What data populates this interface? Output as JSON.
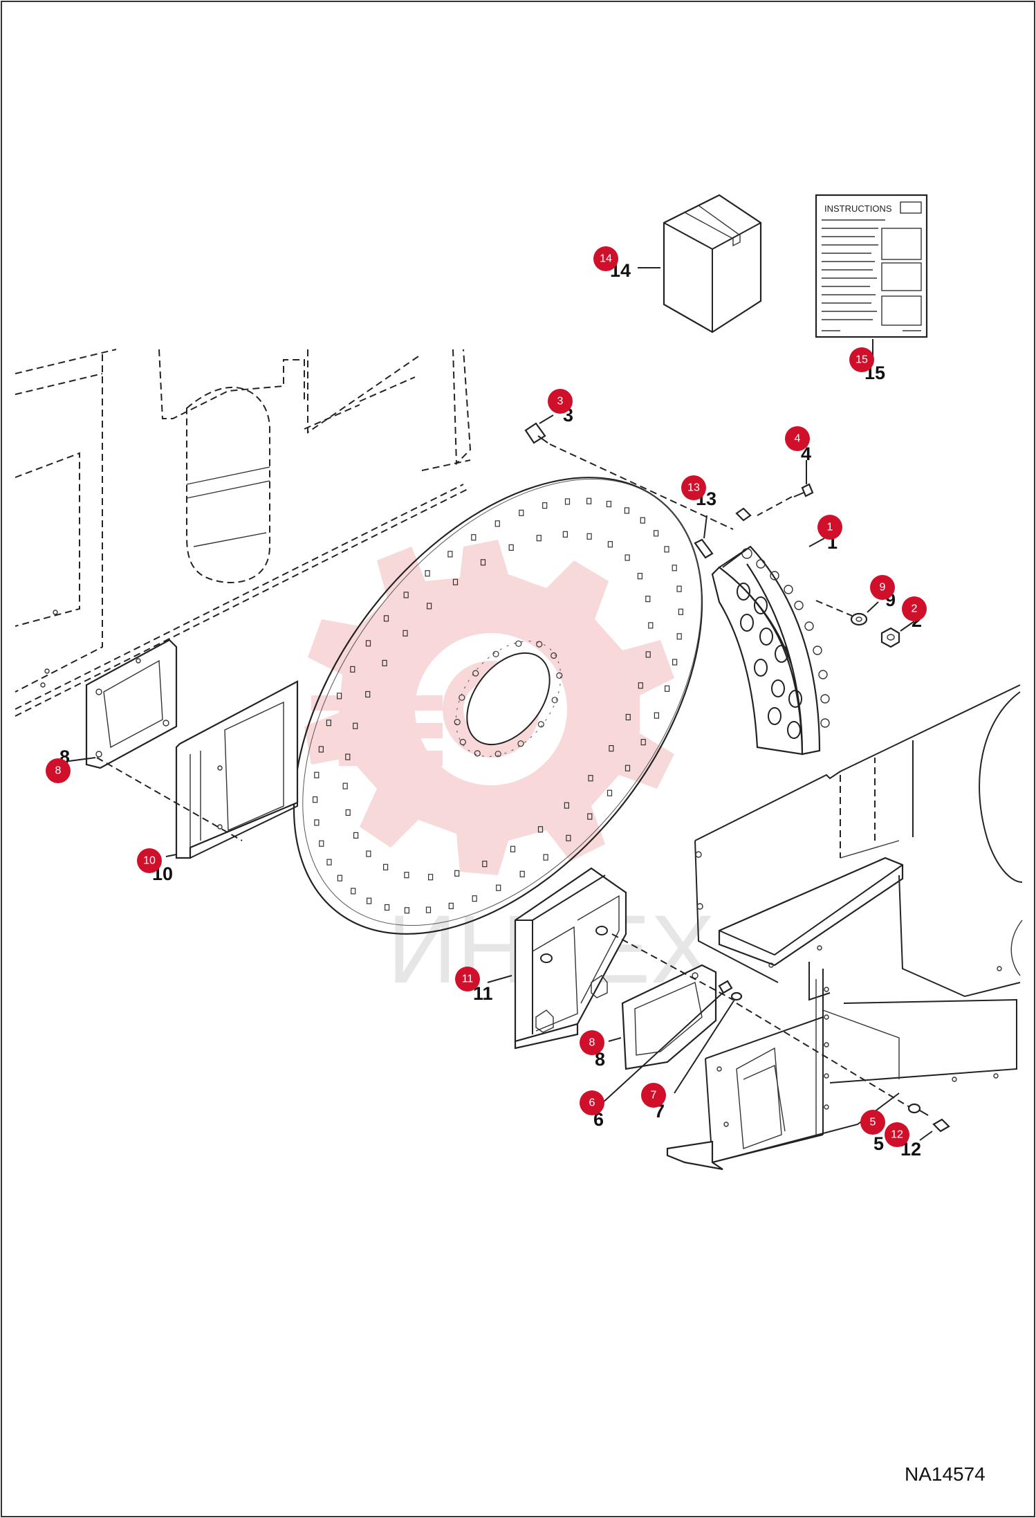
{
  "drawing_number": "NA14574",
  "watermark_text": "ИНТЕХ",
  "instructions_sheet_title": "INSTRUCTIONS",
  "colors": {
    "callout": "#d0102a",
    "watermark": "#f6c6c6",
    "line": "#222222"
  },
  "labels": {
    "l1": "1",
    "l2": "2",
    "l3": "3",
    "l4": "4",
    "l5": "5",
    "l6": "6",
    "l7": "7",
    "l8a": "8",
    "l8b": "8",
    "l9": "9",
    "l10": "10",
    "l11": "11",
    "l12": "12",
    "l13": "13",
    "l14": "14",
    "l15": "15"
  },
  "callouts": {
    "c1": "1",
    "c2": "2",
    "c3": "3",
    "c4": "4",
    "c5": "5",
    "c6": "6",
    "c7": "7",
    "c8a": "8",
    "c8b": "8",
    "c9": "9",
    "c10": "10",
    "c11": "11",
    "c12": "12",
    "c13": "13",
    "c14": "14",
    "c15": "15"
  }
}
